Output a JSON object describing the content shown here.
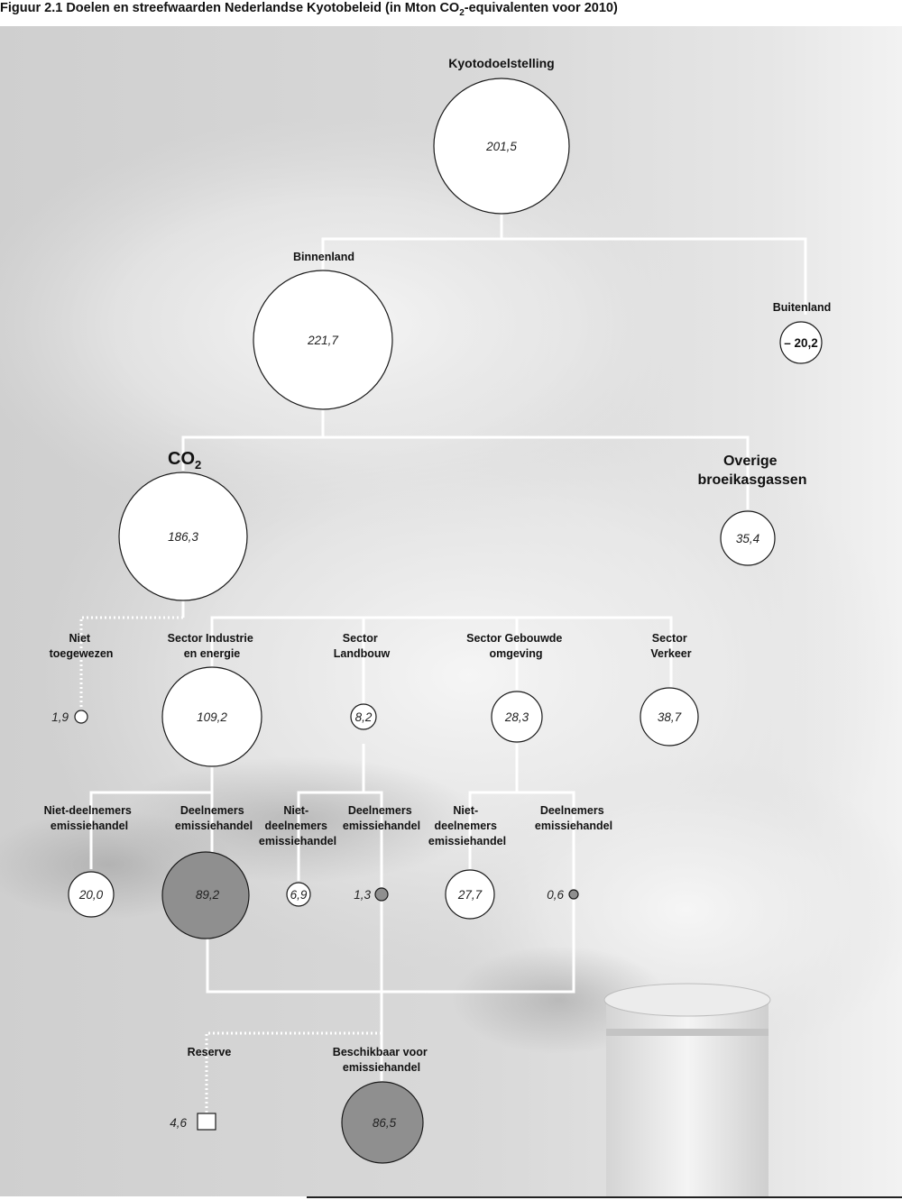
{
  "title": {
    "prefix": "Figuur 2.1  Doelen en streefwaarden Nederlandse Kyotobeleid (in Mton CO",
    "subscript": "2",
    "suffix": "-equivalenten voor 2010)"
  },
  "nodes": {
    "kyoto": {
      "label": "Kyotodoelstelling",
      "value": "201,5"
    },
    "binnenland": {
      "label": "Binnenland",
      "value": "221,7"
    },
    "buitenland": {
      "label": "Buitenland",
      "value": "– 20,2"
    },
    "co2": {
      "label": "CO",
      "label_sub": "2",
      "value": "186,3"
    },
    "overige": {
      "label_lines": [
        "Overige",
        "broeikasgassen"
      ],
      "value": "35,4"
    },
    "niet_toegewezen": {
      "label_lines": [
        "Niet",
        "toegewezen"
      ],
      "value": "1,9"
    },
    "industrie": {
      "label_lines": [
        "Sector Industrie",
        "en energie"
      ],
      "value": "109,2"
    },
    "landbouw": {
      "label_lines": [
        "Sector",
        "Landbouw"
      ],
      "value": "8,2"
    },
    "gebouwde_omgeving": {
      "label_lines": [
        "Sector Gebouwde",
        "omgeving"
      ],
      "value": "28,3"
    },
    "verkeer": {
      "label_lines": [
        "Sector",
        "Verkeer"
      ],
      "value": "38,7"
    },
    "ind_niet_deelnemers": {
      "label_lines": [
        "Niet-deelnemers",
        "emissiehandel"
      ],
      "value": "20,0"
    },
    "ind_deelnemers": {
      "label_lines": [
        "Deelnemers",
        "emissiehandel"
      ],
      "value": "89,2"
    },
    "lb_niet_deelnemers": {
      "label_lines": [
        "Niet-",
        "deelnemers",
        "emissiehandel"
      ],
      "value": "6,9"
    },
    "lb_deelnemers": {
      "label_lines": [
        "Deelnemers",
        "emissiehandel"
      ],
      "value": "1,3"
    },
    "go_niet_deelnemers": {
      "label_lines": [
        "Niet-",
        "deelnemers",
        "emissiehandel"
      ],
      "value": "27,7"
    },
    "go_deelnemers": {
      "label_lines": [
        "Deelnemers",
        "emissiehandel"
      ],
      "value": "0,6"
    },
    "reserve": {
      "label": "Reserve",
      "value": "4,6"
    },
    "beschikbaar": {
      "label_lines": [
        "Beschikbaar voor",
        "emissiehandel"
      ],
      "value": "86,5"
    }
  },
  "colors": {
    "participants_fill": "#8f8f8f",
    "node_fill": "#ffffff",
    "connector": "#ffffff"
  }
}
